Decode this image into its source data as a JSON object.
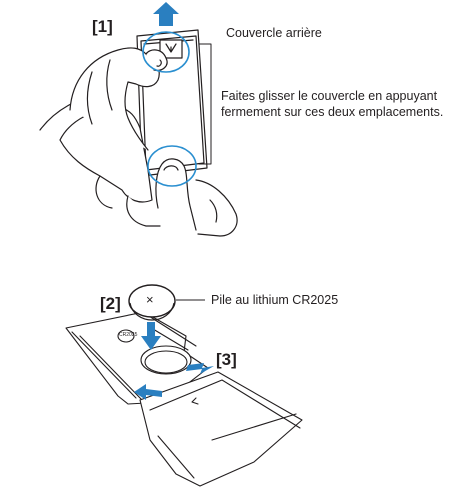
{
  "figure1": {
    "step": "[1]",
    "cover_label": "Couvercle arrière",
    "instruction_line1": "Faites glisser le couvercle en appuyant",
    "instruction_line2": "fermement sur ces deux emplacements."
  },
  "figure2": {
    "step_a": "[2]",
    "step_b": "[3]",
    "battery_label": "Pile au lithium CR2025",
    "coin_mark": "×",
    "small_coin_text": "CR2025"
  },
  "colors": {
    "arrow": "#2a7fc0",
    "highlight": "#2a8fd0",
    "line": "#231f20"
  }
}
